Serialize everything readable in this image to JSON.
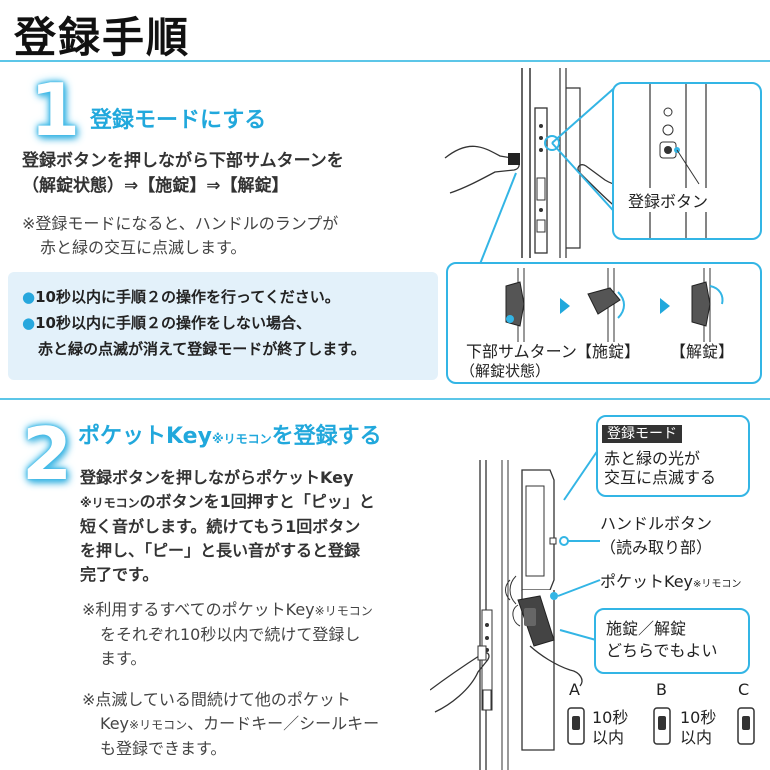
{
  "title": "登録手順",
  "step1": {
    "number": "1",
    "heading": "登録モードにする",
    "body_lines": [
      "登録ボタンを押しながら下部サムターンを",
      "（解錠状態）⇒【施錠】⇒【解錠】"
    ],
    "note_lines": [
      "※登録モードになると、ハンドルのランプが",
      "赤と緑の交互に点滅します。"
    ],
    "bullets": [
      {
        "lines": [
          "10秒以内に手順２の操作を行ってください。"
        ]
      },
      {
        "lines": [
          "10秒以内に手順２の操作をしない場合、",
          "赤と緑の点滅が消えて登録モードが終了します。"
        ]
      }
    ],
    "figure": {
      "callout_label": "登録ボタン",
      "thumb_label": "下部サムターン",
      "thumb_state": "（解錠状態）",
      "lock_label": "【施錠】",
      "unlock_label": "【解錠】"
    }
  },
  "step2": {
    "number": "2",
    "heading_main": "ポケットKey",
    "heading_sub": "※リモコン",
    "heading_tail": "を登録する",
    "body_lines": [
      {
        "a": "登録ボタンを押しながらポケットKey",
        "sub": "",
        "b": ""
      },
      {
        "a": "",
        "sub": "※リモコン",
        "b": "のボタンを1回押すと「ピッ」と"
      },
      {
        "a": "短く音がします。続けてもう1回ボタン",
        "sub": "",
        "b": ""
      },
      {
        "a": "を押し、「ピー」と長い音がすると登録",
        "sub": "",
        "b": ""
      },
      {
        "a": "完了です。",
        "sub": "",
        "b": ""
      }
    ],
    "note1": [
      {
        "a": "※利用するすべてのポケットKey",
        "sub": "※リモコン",
        "b": ""
      },
      {
        "a": "をそれぞれ10秒以内で続けて登録し",
        "sub": "",
        "b": ""
      },
      {
        "a": "ます。",
        "sub": "",
        "b": ""
      }
    ],
    "note2": [
      {
        "a": "※点滅している間続けて他のポケット",
        "sub": "",
        "b": ""
      },
      {
        "a": "Key",
        "sub": "※リモコン",
        "b": "、カードキー／シールキー"
      },
      {
        "a": "も登録できます。",
        "sub": "",
        "b": ""
      }
    ],
    "figure": {
      "mode_badge": "登録モード",
      "blink_lines": [
        "赤と緑の光が",
        "交互に点滅する"
      ],
      "handle_button_lines": [
        "ハンドルボタン",
        "（読み取り部）"
      ],
      "pocket_key": "ポケットKey",
      "pocket_key_sub": "※リモコン",
      "lock_unlock_lines": [
        "施錠／解錠",
        "どちらでもよい"
      ],
      "keys": [
        "A",
        "B",
        "C"
      ],
      "interval_top": "10秒",
      "interval_bottom": "以内"
    }
  },
  "colors": {
    "accent": "#21a8dc",
    "box": "#e3f1fa",
    "rule": "#5cc6e8"
  }
}
